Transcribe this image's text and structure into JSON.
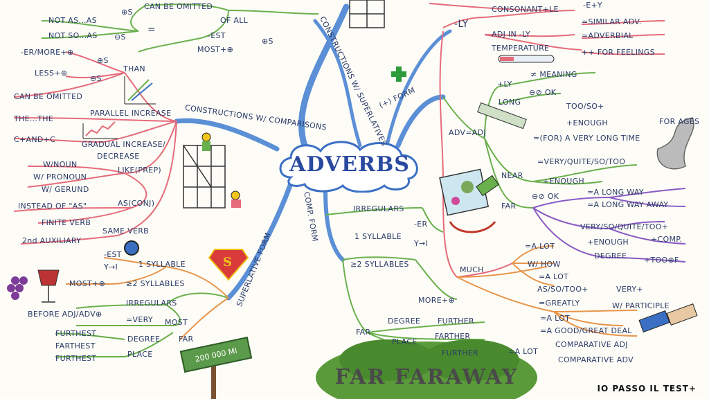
{
  "center": "ADVERBS",
  "branches": {
    "constructions_with_superlatives": "CONSTRUCTIONS W/ SUPERLATIVES",
    "constructions_with_comparisons": "CONSTRUCTIONS W/ COMPARISONS",
    "superlative_form": "SUPERLATIVE FORM",
    "comp_form": "COMP. FORM",
    "plus_form": "(+) FORM"
  },
  "top_left": {
    "can_be_omitted": "CAN BE OMITTED",
    "of_all": "OF ALL",
    "est": "-EST",
    "most_plus": "MOST+⊕",
    "plus_s": "⊕S",
    "not_as": "NOT AS...AS",
    "not_so": "NOT SO...AS",
    "plus_s2": "⊕S",
    "minus_s": "⊖S",
    "equals": "="
  },
  "comparisons": {
    "er_more": "-ER/MORE+⊕",
    "plus_s": "⊕S",
    "than": "THAN",
    "less": "LESS+⊕",
    "minus_s": "⊖S",
    "can_be_omitted": "CAN BE OMITTED",
    "the_the": "THE...THE",
    "parallel_increase": "PARALLEL INCREASE",
    "c_and_c": "C+AND+C",
    "gradual": "GRADUAL INCREASE/",
    "decrease": "DECREASE",
    "w_noun": "W/NOUN",
    "w_pronoun": "W/ PRONOUN",
    "w_gerund": "W/ GERUND",
    "like_prep": "LIKE(PREP)",
    "instead_of_as": "INSTEAD OF \"AS\"",
    "as_conj": "AS(CONJ)",
    "finite_verb": "FINITE VERB",
    "same_verb": "SAME VERB",
    "aux": "2nd AUXILIARY"
  },
  "superlative": {
    "est": "-EST",
    "y_i": "Y→I",
    "one_syllable": "1 SYLLABLE",
    "most_plus": "MOST+⊕",
    "two_syllables": "≥2 SYLLABLES",
    "irregulars": "IRREGULARS",
    "before": "BEFORE ADJ/ADV⊕",
    "very": "=VERY",
    "most": "MOST",
    "furthest": "FURTHEST",
    "farthest": "FARTHEST",
    "furthest2": "FURTHEST",
    "degree": "DEGREE",
    "place": "PLACE",
    "far": "FAR",
    "sign": "200 000 MI"
  },
  "comparative": {
    "irregulars": "IRREGULARS",
    "one_syllable": "1 SYLLABLE",
    "er": "-ER",
    "y_i": "Y→I",
    "two_syllables": "≥2 SYLLABLES",
    "more_plus": "MORE+⊕",
    "far": "FAR",
    "degree": "DEGREE",
    "place": "PLACE",
    "further": "FURTHER",
    "farther": "FARTHER",
    "further2": "FURTHER",
    "faraway": "FAR FARAWAY"
  },
  "right": {
    "ly": "-LY",
    "consonant_le": "CONSONANT+LE",
    "e_y": "-E+Y",
    "adj_in_ly": "ADJ IN -LY",
    "similar": "≃SIMILAR ADV.",
    "adverbial": "≃ADVERBIAL",
    "temperature": "TEMPERATURE",
    "feelings": "++ FOR FEELINGS",
    "plus_ly": "+LY",
    "meaning": "≠ MEANING",
    "long": "LONG",
    "ok": "⊖⊘ OK",
    "too_so": "TOO/SO+",
    "enough": "+ENOUGH",
    "for_very_long": "≃(FOR) A VERY LONG TIME",
    "for_ages": "FOR AGES",
    "adv_adj": "ADV=ADJ",
    "near": "NEAR",
    "very_quite": "=VERY/QUITE/SO/TOO",
    "enough2": "+ENOUGH",
    "far": "FAR",
    "ok2": "⊖⊘ OK",
    "a_long_way": "≃A LONG WAY",
    "a_long_way_away": "≃A LONG WAY AWAY",
    "very_so_quite": "VERY/SO/QUITE/TOO+",
    "enough3": "+ENOUGH",
    "comp": "+COMP.",
    "degree": "DEGREE",
    "too_f": "+TOO⊕F",
    "much": "MUCH",
    "a_lot": "=A LOT",
    "w_how": "W/ HOW",
    "a_lot2": "≃A LOT",
    "as_so_too": "AS/SO/TOO+",
    "greatly": "=GREATLY",
    "very_plus": "VERY+",
    "w_participle": "W/ PARTICIPLE",
    "a_lot3": "≃A LOT",
    "good_great_deal": "≃A GOOD/GREAT DEAL",
    "a_lot4": "=A LOT",
    "comparative_adj": "COMPARATIVE ADJ",
    "comparative_adv": "COMPARATIVE ADV"
  },
  "brand": "IO PASSO IL TEST+",
  "colors": {
    "center_blue": "#3a6fc4",
    "branch_blue": "#5b8fd6",
    "pink": "#e66b7a",
    "green": "#6ab04c",
    "orange": "#e8954a",
    "purple": "#8a5ac4",
    "ink": "#2a3a66"
  }
}
